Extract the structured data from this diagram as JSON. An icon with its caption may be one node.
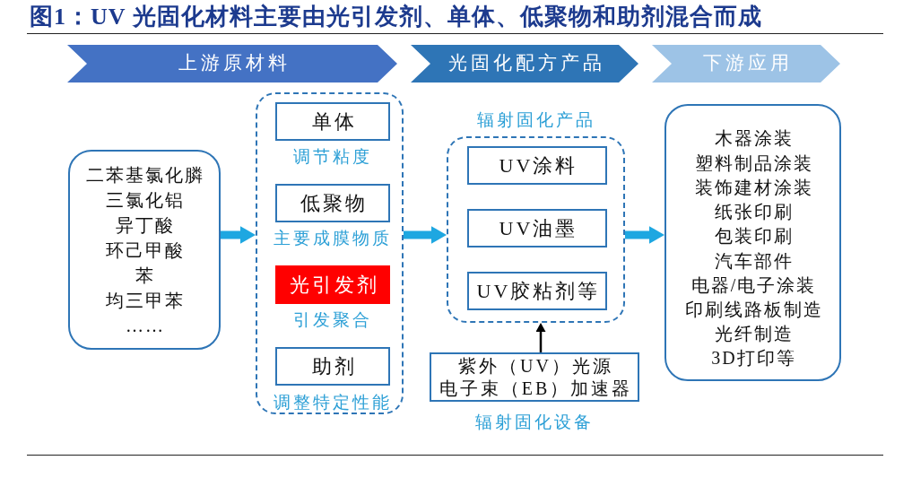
{
  "diagram": {
    "title": "图1：UV 光固化材料主要由光引发剂、单体、低聚物和助剂混合而成",
    "nodes": [
      {
        "text": [
          "上游原材料"
        ]
      },
      {
        "text": [
          "光固化配方产品"
        ]
      },
      {
        "text": [
          "下游应用"
        ]
      },
      {
        "text": [
          "二苯基氯化膦",
          "三氯化铝",
          "异丁酸",
          "环己甲酸",
          "苯",
          "均三甲苯",
          "……"
        ]
      },
      {
        "text": [],
        "shape": "box"
      },
      {
        "text": [
          "单体"
        ],
        "in": 4,
        "beside": [
          "调节粘度"
        ]
      },
      {
        "text": [
          "低聚物"
        ],
        "in": 4,
        "beside": [
          "主要成膜物质"
        ]
      },
      {
        "text": [
          "光引发剂"
        ],
        "in": 4,
        "beside": [
          "引发聚合"
        ]
      },
      {
        "text": [
          "助剂"
        ],
        "in": 4,
        "beside": [
          "调整特定性能"
        ]
      },
      {
        "text": [
          "辐射固化产品"
        ]
      },
      {
        "text": [
          "UV涂料"
        ],
        "in": 9
      },
      {
        "text": [
          "UV油墨"
        ],
        "in": 9
      },
      {
        "text": [
          "UV胶粘剂等"
        ],
        "in": 9
      },
      {
        "text": [
          "紫外（UV）光源",
          "电子束（EB）加速器"
        ],
        "beside": [
          "辐射固化设备"
        ]
      },
      {
        "text": [
          "木器涂装",
          "塑料制品涂装",
          "装饰建材涂装",
          "纸张印刷",
          "包装印刷",
          "汽车部件",
          "电器/电子涂装",
          "印刷线路板制造",
          "光纤制造",
          "3D打印等"
        ]
      }
    ],
    "edges": [
      {
        "from": 3,
        "to": 4,
        "arrow": "to"
      },
      {
        "from": 4,
        "to": 9,
        "arrow": "to"
      },
      {
        "from": 9,
        "to": 14,
        "arrow": "to"
      },
      {
        "from": 13,
        "to": 9,
        "arrow": "to",
        "color": "#000000"
      }
    ]
  }
}
